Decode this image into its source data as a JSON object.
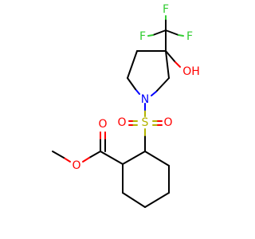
{
  "molecule": {
    "atoms": {
      "oh": "OH",
      "f1": "F",
      "f2": "F",
      "f3": "F",
      "n": "N",
      "s": "S",
      "so1": "O",
      "so2": "O",
      "carbonyl_o": "O",
      "ester_o": "O"
    },
    "colors": {
      "carbon": "#000000",
      "oxygen": "#ff0000",
      "nitrogen": "#0000ff",
      "sulfur": "#b3b300",
      "fluorine": "#33cc33"
    }
  }
}
